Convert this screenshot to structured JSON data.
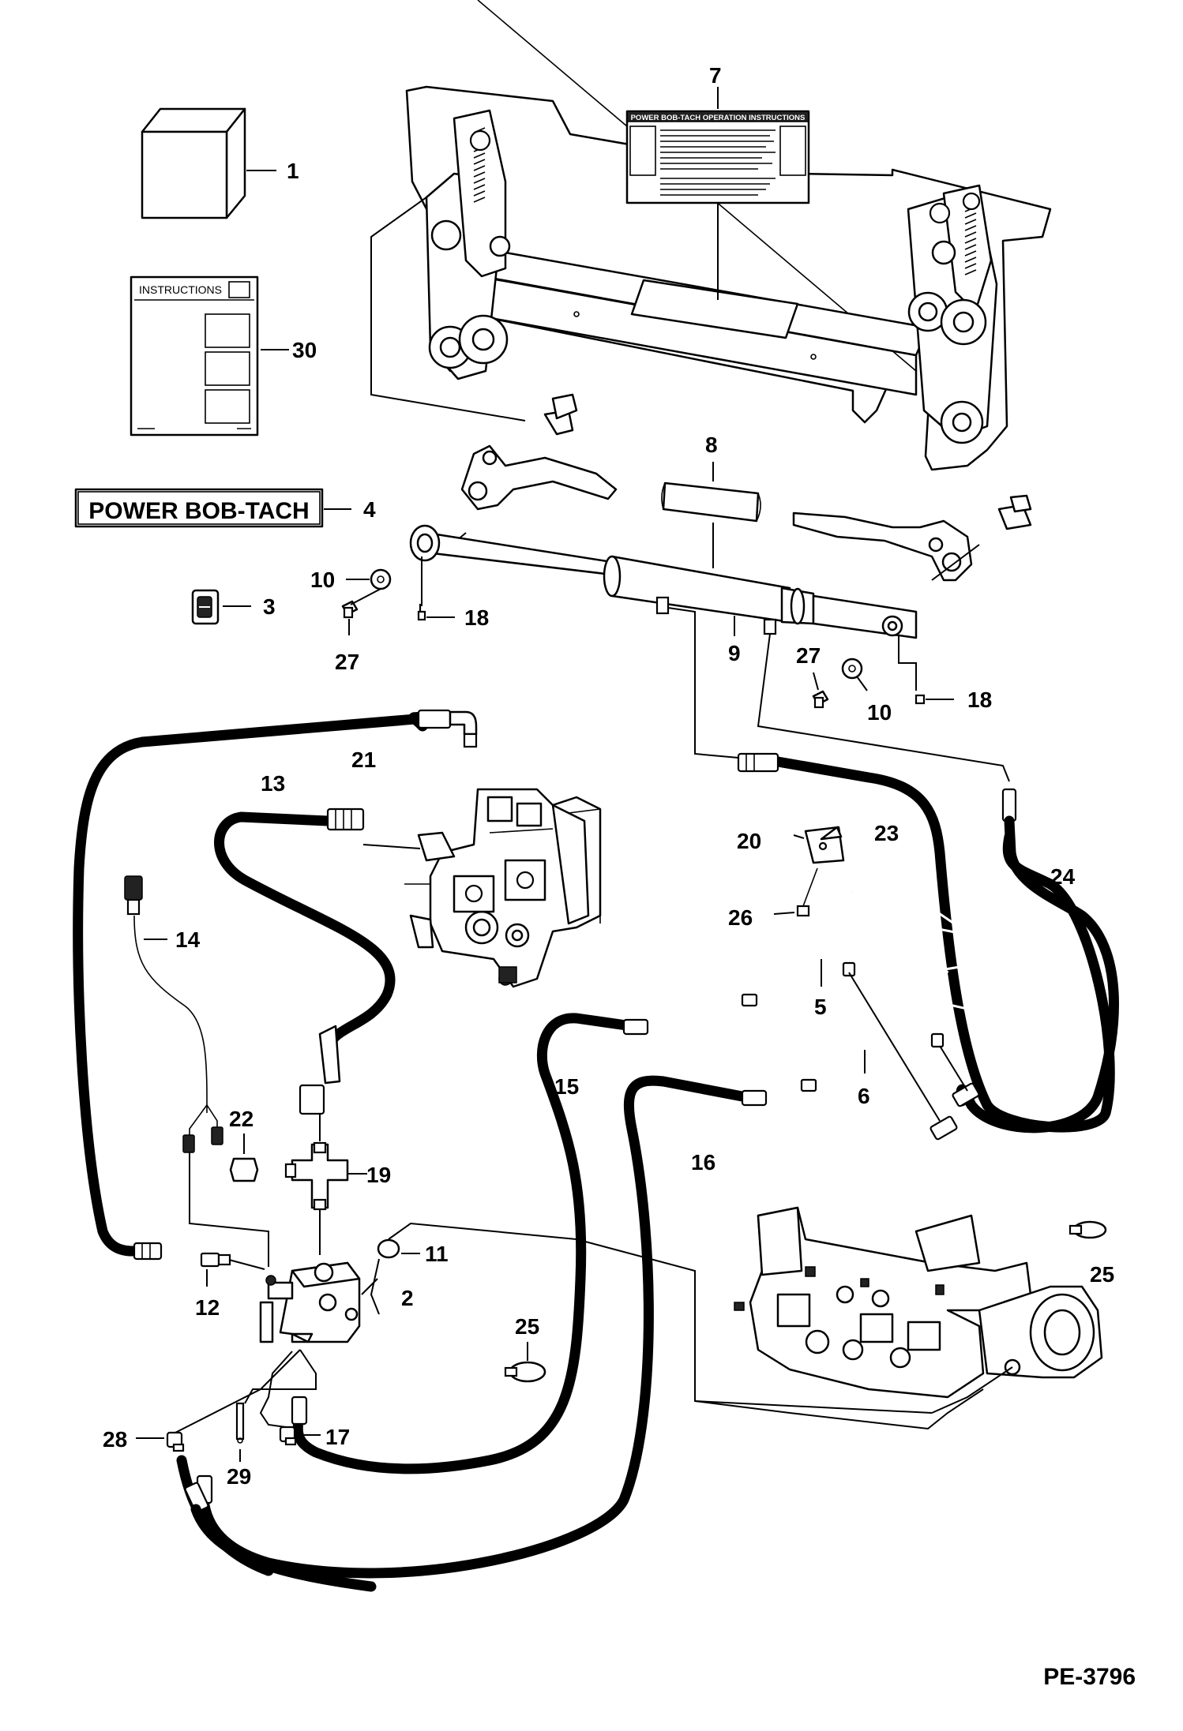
{
  "decal": {
    "text": "POWER BOB-TACH"
  },
  "instructions_sheet": {
    "title": "INSTRUCTIONS"
  },
  "operation_decal": {
    "title": "POWER BOB-TACH OPERATION INSTRUCTIONS"
  },
  "reference_code": "PE-3796",
  "callouts": {
    "c1": "1",
    "c2": "2",
    "c3": "3",
    "c4": "4",
    "c5": "5",
    "c6": "6",
    "c7": "7",
    "c8": "8",
    "c9": "9",
    "c10a": "10",
    "c10b": "10",
    "c11": "11",
    "c12": "12",
    "c13": "13",
    "c14": "14",
    "c15": "15",
    "c16": "16",
    "c17": "17",
    "c18a": "18",
    "c18b": "18",
    "c19": "19",
    "c20": "20",
    "c21": "21",
    "c22": "22",
    "c23": "23",
    "c24": "24",
    "c25a": "25",
    "c25b": "25",
    "c26": "26",
    "c27a": "27",
    "c27b": "27",
    "c28": "28",
    "c29": "29",
    "c30": "30"
  }
}
